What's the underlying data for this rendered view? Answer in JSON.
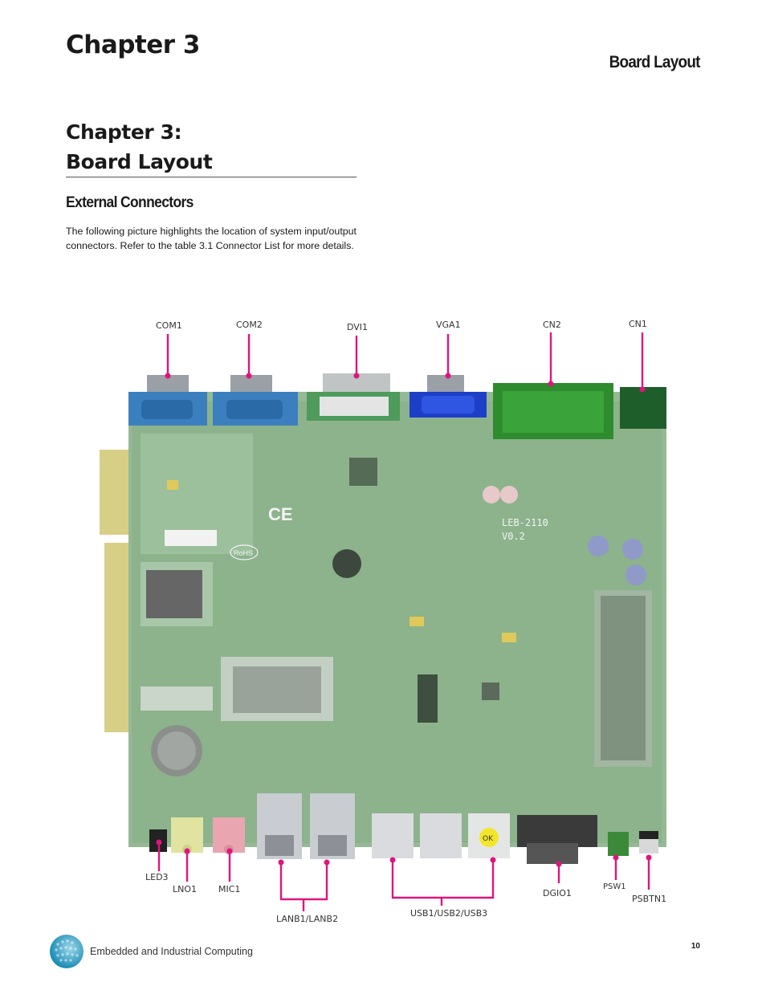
{
  "header": {
    "chapter": "Chapter 3",
    "right_title": "Board Layout"
  },
  "section": {
    "line1": "Chapter 3:",
    "line2": "Board Layout"
  },
  "subsection": {
    "title": "External Connectors",
    "intro": "The following picture highlights the location of system input/output connectors.  Refer to the table 3.1 Connector List for more details."
  },
  "figure": {
    "top_labels": [
      "COM1",
      "COM2",
      "DVI1",
      "VGA1",
      "CN2",
      "CN1"
    ],
    "bottom_labels": {
      "led3": "LED3",
      "lno1": "LNO1",
      "mic1": "MIC1",
      "lan": "LANB1/LANB2",
      "usb": "USB1/USB2/USB3",
      "dgio1": "DGIO1",
      "psw1": "PSW1",
      "psbtn1": "PSBTN1"
    },
    "silkscreen": {
      "board_name": "LEB-2110",
      "version": "V0.2",
      "ce_mark": "CE",
      "rohs_mark": "RoHS",
      "ok_tag": "OK"
    },
    "colors": {
      "pcb": "#8fb58f",
      "callout": "#e0147f",
      "com_port": "#3b7fbf",
      "vga_port": "#1d3fc8",
      "cn2": "#2e8b2e",
      "cn1": "#1e5e2a"
    }
  },
  "footer": {
    "company": "Embedded and Industrial Computing",
    "page": "10"
  }
}
